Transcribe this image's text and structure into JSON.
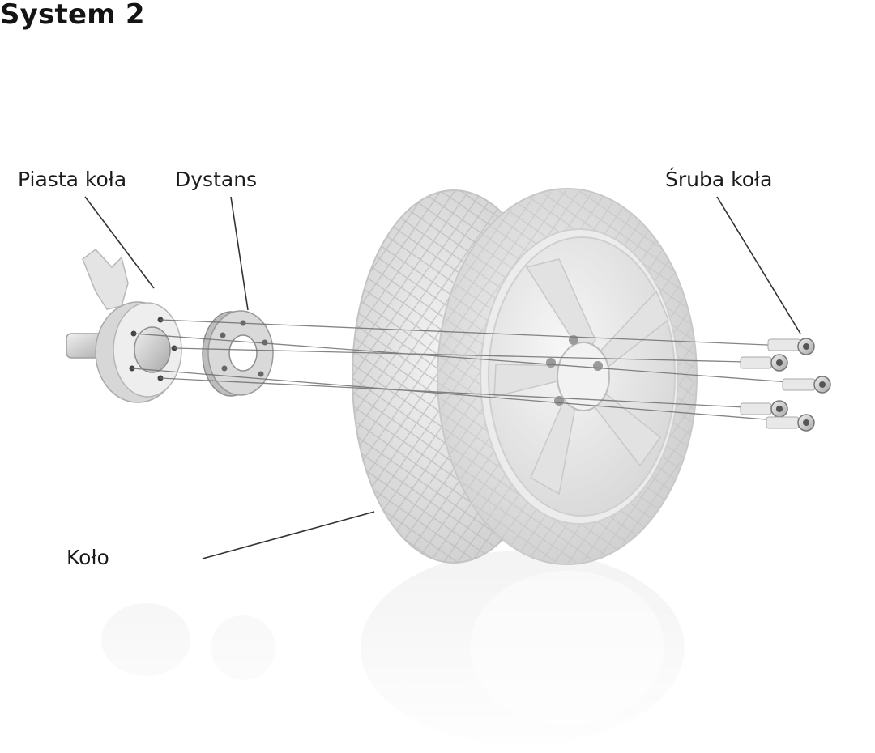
{
  "title": "System 2",
  "labels": {
    "hub": "Piasta koła",
    "spacer": "Dystans",
    "bolt": "Śruba koła",
    "wheel": "Koło"
  },
  "colors": {
    "background": "#ffffff",
    "text": "#1a1a1a",
    "part_light": "#e6e6e6",
    "part_mid": "#c9c9c9",
    "part_dark": "#9a9a9a",
    "leader": "#333333"
  }
}
